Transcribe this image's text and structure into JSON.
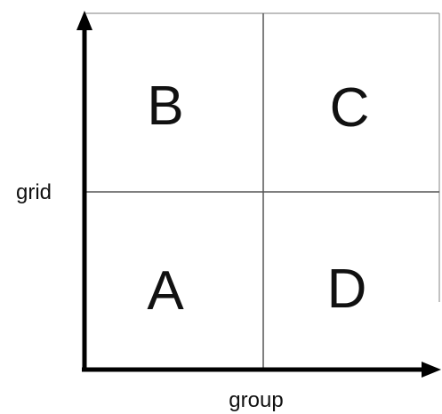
{
  "axes": {
    "x_label": "group",
    "y_label": "grid"
  },
  "quadrants": {
    "top_left": "B",
    "top_right": "C",
    "bottom_left": "A",
    "bottom_right": "D"
  },
  "colors": {
    "axis": "#000000",
    "grid_line": "#555555",
    "border": "#999999"
  }
}
